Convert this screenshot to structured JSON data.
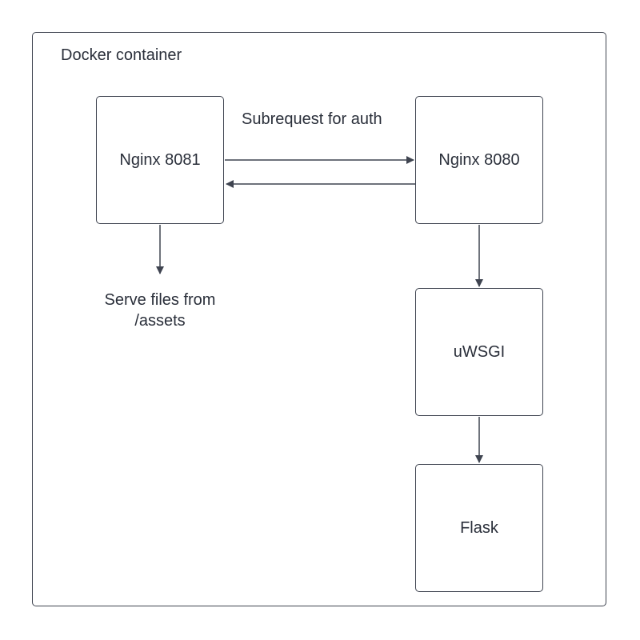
{
  "diagram": {
    "container_label": "Docker container",
    "nodes": {
      "nginx8081": "Nginx 8081",
      "nginx8080": "Nginx 8080",
      "uwsgi": "uWSGI",
      "flask": "Flask"
    },
    "edge_labels": {
      "subrequest": "Subrequest for auth",
      "serve_line1": "Serve files from",
      "serve_line2": "/assets"
    },
    "edges": [
      {
        "from": "nginx8081",
        "to": "nginx8080"
      },
      {
        "from": "nginx8080",
        "to": "nginx8081"
      },
      {
        "from": "nginx8081",
        "to": "serve-files"
      },
      {
        "from": "nginx8080",
        "to": "uwsgi"
      },
      {
        "from": "uwsgi",
        "to": "flask"
      }
    ],
    "colors": {
      "stroke": "#3f4450",
      "text": "#2a2f3a"
    }
  }
}
